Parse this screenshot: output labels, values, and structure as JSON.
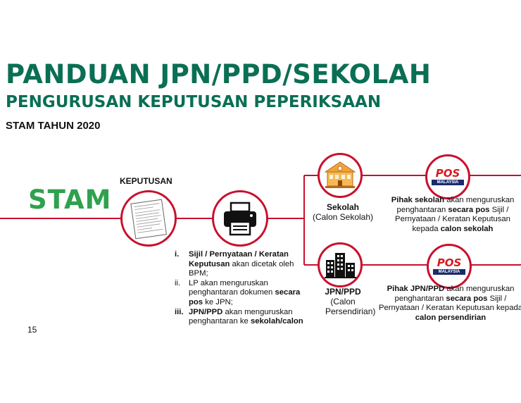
{
  "header": {
    "title": "PANDUAN JPN/PPD/SEKOLAH",
    "subtitle": "PENGURUSAN KEPUTUSAN PEPERIKSAAN",
    "exam": "STAM TAHUN 2020"
  },
  "flow": {
    "start_label": "STAM",
    "document_label": "KEPUTUSAN",
    "steps": [
      {
        "num": "i.",
        "bold": "Sijil / Pernyataan / Keratan Keputusan",
        "text": " akan dicetak oleh BPM;"
      },
      {
        "num": "ii.",
        "pre": "LP akan menguruskan penghantaran dokumen ",
        "bold": "secara pos",
        "post": " ke JPN;"
      },
      {
        "num": "iii.",
        "bold": "JPN/PPD",
        "text": " akan menguruskan penghantaran ke ",
        "bold2": "sekolah/calon"
      }
    ],
    "school": {
      "title": "Sekolah",
      "subtitle": "(Calon Sekolah)"
    },
    "jpn": {
      "title": "JPN/PPD",
      "subtitle": "(Calon Persendirian)"
    },
    "pos_logo_text": "POS",
    "pos_logo_sub": "MALAYSIA",
    "desc_school": {
      "b1": "Pihak sekolah",
      "t1": " akan menguruskan penghantaran ",
      "b2": "secara pos",
      "t2": " Sijil / Pernyataan / Keratan Keputusan kepada ",
      "b3": "calon sekolah"
    },
    "desc_jpn": {
      "b1": "Pihak JPN/PPD",
      "t1": " akan menguruskan penghantaran ",
      "b2": "secara pos",
      "t2": " Sijil / Pernyataan / Keratan Keputusan kepada ",
      "b3": "calon persendirian"
    }
  },
  "page_number": "15",
  "colors": {
    "title": "#0a6f54",
    "stam": "#2fa14f",
    "line": "#c8102e",
    "pos_red": "#d71920"
  }
}
